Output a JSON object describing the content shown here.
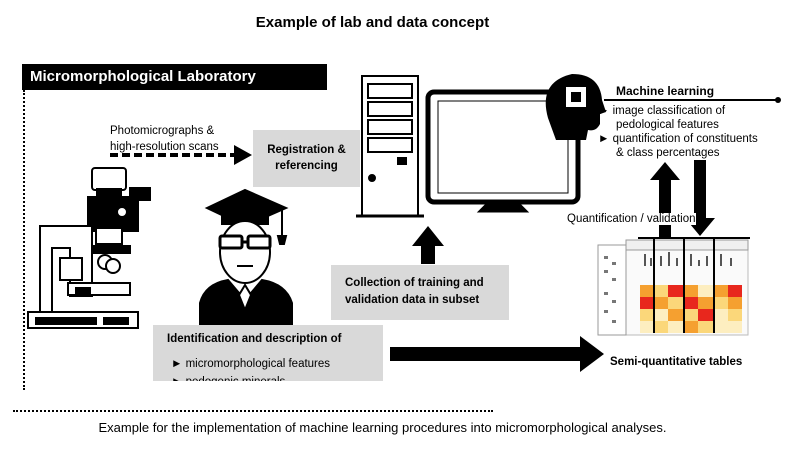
{
  "title": "Example of lab and data concept",
  "lab_header": "Micromorphological Laboratory",
  "photomicrographs": {
    "line1": "Photomicrographs &",
    "line2": "high-resolution scans"
  },
  "registration": {
    "line1": "Registration &",
    "line2": "referencing"
  },
  "collection": {
    "line1": "Collection of training and",
    "line2": "validation data in subset"
  },
  "identification": {
    "title": "Identification and description of",
    "item1": "►  micromorphological features",
    "item2": "►  pedogenic minerals"
  },
  "machine_learning": {
    "heading": "Machine learning",
    "item1_line1": "►  image classification of",
    "item1_line2": "pedological features",
    "item2_line1": "►  quantification of constituents",
    "item2_line2": "& class percentages"
  },
  "quantification_validation": "Quantification / validation",
  "semi_quantitative_tables": "Semi-quantitative tables",
  "caption": "Example for the implementation of machine learning procedures into micromorphological analyses.",
  "colors": {
    "box_gray": "#d9d9d9",
    "heat_red": "#e8271d",
    "heat_orange": "#f5a030",
    "heat_yellow": "#fbd77a",
    "heat_pale": "#fdeec0"
  },
  "icons": [
    "microscope-icon",
    "graduate-icon",
    "computer-tower-icon",
    "monitor-icon",
    "ai-head-icon",
    "table-icon"
  ]
}
